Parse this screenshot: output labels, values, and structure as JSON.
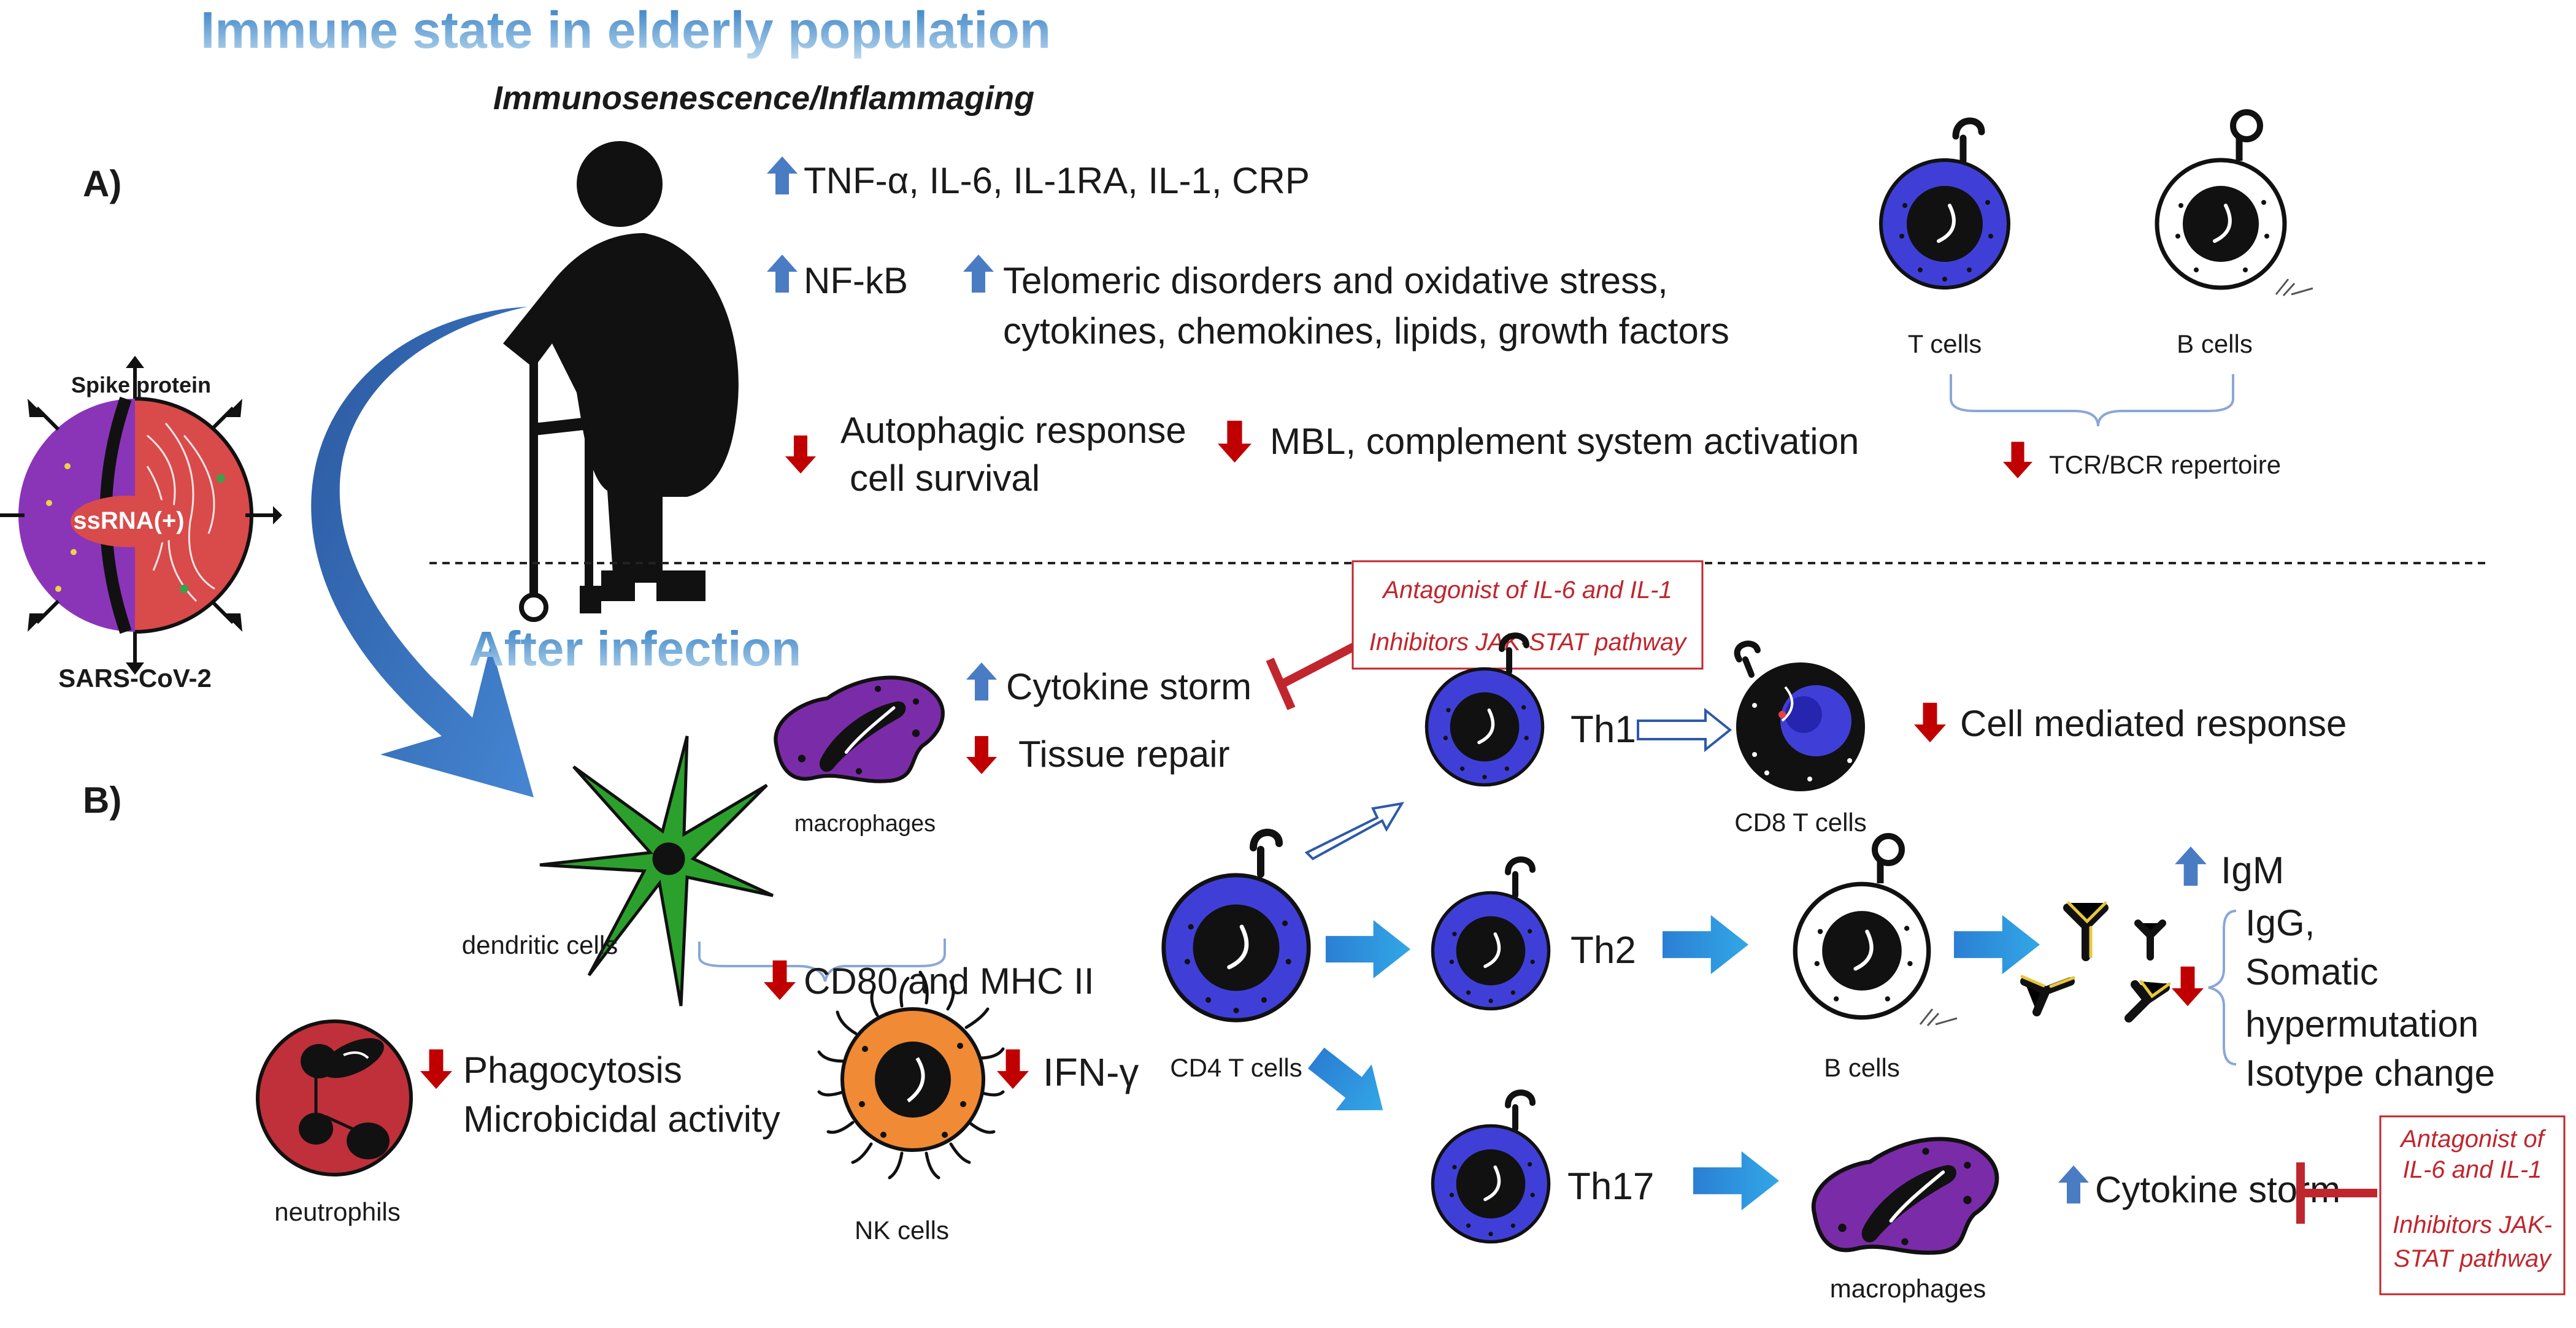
{
  "header": {
    "title": "Immune state in elderly population",
    "subtitle": "Immunosenescence/Inflammaging"
  },
  "section_a": {
    "label": "A)",
    "up_1": "TNF-α, IL-6, IL-1RA, IL-1, CRP",
    "up_2": "NF-kB",
    "up_3_line1": "Telomeric disorders and oxidative stress,",
    "up_3_line2": "cytokines, chemokines, lipids, growth factors",
    "down_1_line1": "Autophagic response",
    "down_1_line2": "cell survival",
    "down_2": "MBL, complement system activation",
    "t_cells": "T cells",
    "b_cells": "B cells",
    "repertoire": "TCR/BCR repertoire"
  },
  "virus": {
    "spike": "Spike protein",
    "rna": "ssRNA(+)",
    "name": "SARS-CoV-2"
  },
  "section_b": {
    "title": "After infection",
    "label": "B)",
    "cytokine_storm": "Cytokine storm",
    "tissue_repair": "Tissue repair",
    "macrophages": "macrophages",
    "dendritic_cells": "dendritic cells",
    "cd80": "CD80 and MHC II",
    "inhibitor_top_line1": "Antagonist of IL-6 and IL-1",
    "inhibitor_top_line2": "Inhibitors JAK-STAT pathway",
    "th1": "Th1",
    "th2": "Th2",
    "th17": "Th17",
    "cd8": "CD8 T cells",
    "cd4": "CD4 T cells",
    "b_cells": "B cells",
    "cell_mediated": "Cell mediated response",
    "igm": "IgM",
    "igg": "IgG,",
    "somatic": "Somatic",
    "hypermutation": "hypermutation",
    "isotype": "Isotype change",
    "neutrophils": "neutrophils",
    "phagocytosis": "Phagocytosis",
    "microbicidal": "Microbicidal activity",
    "nk_cells": "NK cells",
    "ifn": "IFN-γ",
    "macrophages_2": "macrophages",
    "cytokine_storm_2": "Cytokine storm",
    "inhibitor_bottom_line1": "Antagonist of",
    "inhibitor_bottom_line2": "IL-6 and IL-1",
    "inhibitor_bottom_line3": "Inhibitors JAK-",
    "inhibitor_bottom_line4": "STAT pathway"
  },
  "colors": {
    "up_arrow": "#4a7cc4",
    "down_arrow": "#c00000",
    "t_cell_blue": "#3f3fd8",
    "macrophage_purple": "#7a2ca8",
    "dendritic_green": "#2ca02c",
    "neutrophil_red": "#c0303a",
    "nk_orange": "#f08a35",
    "inhibitor_red": "#c0262d",
    "flow_arrow": "#1f8fd6"
  }
}
